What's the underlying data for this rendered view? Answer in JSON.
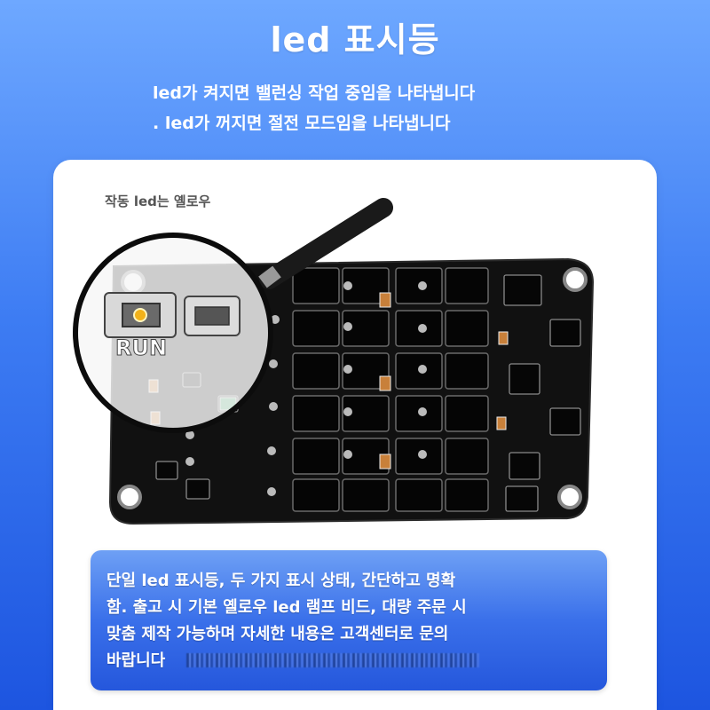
{
  "header": {
    "title": "led 표시등",
    "subtitle_line1": "led가 켜지면 밸런싱 작업 중임을 나타냅니다",
    "subtitle_line2": ". led가 꺼지면 절전 모드임을 나타냅니다"
  },
  "product_image": {
    "callout_label": "작동 led는 옐로우",
    "silkscreen_label": "RUN",
    "board_color": "#141414",
    "led_color": "#f2b21a"
  },
  "info_box": {
    "line1": "단일 led 표시등, 두 가지 표시 상태, 간단하고 명확",
    "line2": "함. 출고 시 기본 옐로우 led 램프 비드, 대량 주문 시",
    "line3": " 맞춤 제작 가능하며 자세한 내용은 고객센터로 문의",
    "line4": "바랍니다"
  }
}
